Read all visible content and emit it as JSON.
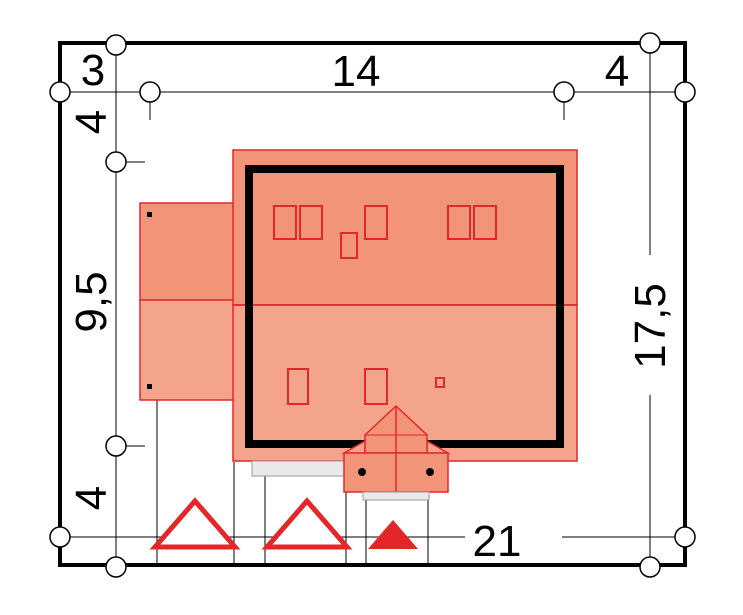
{
  "dimensions": {
    "top_left": "3",
    "top_middle": "14",
    "top_right": "4",
    "left_top": "4",
    "left_middle": "9,5",
    "left_bottom": "4",
    "right_side": "17,5",
    "bottom_width": "21"
  },
  "colors": {
    "frame": "#000000",
    "roof_upper": "#f29478",
    "roof_lower": "#f4a48a",
    "roof_stroke": "#e4262a",
    "entrance_marker": "#e4262a",
    "garage": "#e9e9e9"
  }
}
